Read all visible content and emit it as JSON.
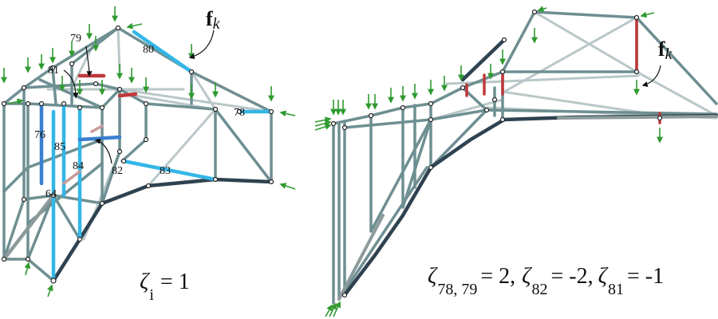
{
  "panels": [
    {
      "name": "left",
      "member_labels": [
        "79",
        "80",
        "81",
        "78",
        "76",
        "85",
        "84",
        "82",
        "83",
        "64"
      ],
      "force_label": {
        "symbol": "f",
        "subscript": "k"
      },
      "caption": {
        "symbol": "ζ",
        "subscript": "i",
        "text": "= 1"
      }
    },
    {
      "name": "right",
      "force_label": {
        "symbol": "f",
        "subscript": "k"
      },
      "caption": {
        "terms": [
          {
            "symbol": "ζ",
            "subscript": "78, 79",
            "text": "= 2,"
          },
          {
            "symbol": "ζ",
            "subscript": "82",
            "text": "= -2,"
          },
          {
            "symbol": "ζ",
            "subscript": "81",
            "text": "= -1"
          }
        ]
      }
    }
  ],
  "colors": {
    "bar": "#6e8f92",
    "bar_dark": "#2f4250",
    "bar_light": "#b9c7c8",
    "highlight_cyan": "#33b6e6",
    "highlight_blue": "#3a7fd0",
    "highlight_red": "#c0383a",
    "load_arrow": "#2f9a2f",
    "node": "#ffffff"
  },
  "icons": [
    "load-arrow",
    "curved-pointer-arrow"
  ]
}
